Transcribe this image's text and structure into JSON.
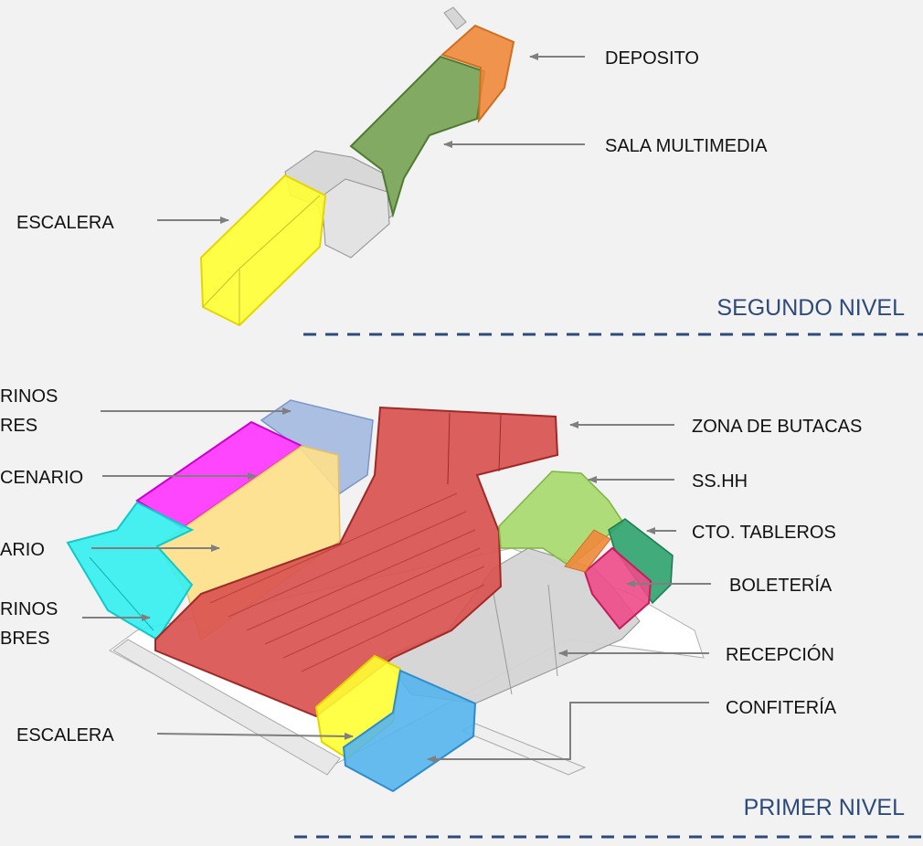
{
  "colors": {
    "background": "#f2f2f2",
    "arrow": "#7f7f7f",
    "level_text": "#2e4a7a",
    "dash": "#2e4a7a",
    "wall_gray": "#d8d8d8",
    "zona_butacas": "#d9534f",
    "escalera": "#ffff33",
    "deposito": "#f0883a",
    "sala_multimedia": "#6e9e4a",
    "camerinos": "#9fb6e0",
    "proscenario": "#ff33ff",
    "escenario": "#ffe08a",
    "camerinos_2": "#33f0f0",
    "ss_hh": "#a6d96a",
    "cto_tableros": "#2ea36e",
    "boleteria": "#ee4a88",
    "confiteria": "#55b5ec"
  },
  "segundo_nivel": {
    "title": "SEGUNDO NIVEL",
    "labels": {
      "deposito": "DEPOSITO",
      "sala_multimedia": "SALA MULTIMEDIA",
      "escalera": "ESCALERA"
    }
  },
  "primer_nivel": {
    "title": "PRIMER NIVEL",
    "labels": {
      "camerinos_a_line1": "RINOS",
      "camerinos_a_line2": "RES",
      "proscenario": "CENARIO",
      "escenario": "ARIO",
      "camerinos_b_line1": "RINOS",
      "camerinos_b_line2": "BRES",
      "escalera": "ESCALERA",
      "zona_butacas": "ZONA DE BUTACAS",
      "ss_hh": "SS.HH",
      "cto_tableros": "CTO. TABLEROS",
      "boleteria": "BOLETERÍA",
      "recepcion": "RECEPCIÓN",
      "confiteria": "CONFITERÍA"
    }
  }
}
